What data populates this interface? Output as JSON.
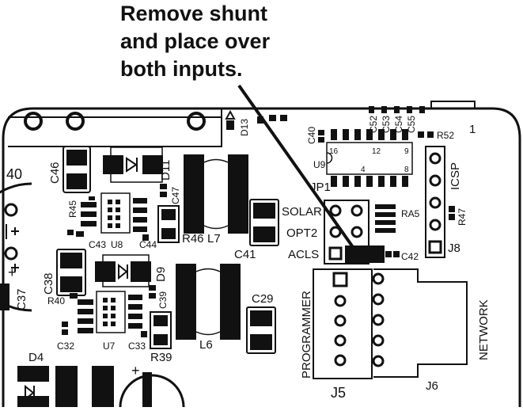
{
  "callout": {
    "lines": [
      "Remove shunt",
      "and place over",
      "both inputs."
    ]
  },
  "labels": {
    "d13": "D13",
    "c40": "C40",
    "c52": "C52",
    "c53": "C53",
    "c54": "C54",
    "c55": "C55",
    "r52": "R52",
    "num1": "1",
    "u9": "U9",
    "c46": "C46",
    "d11": "D11",
    "num40": "40",
    "c47": "C47",
    "jp1": "JP1",
    "icsp": "ICSP",
    "r45": "R45",
    "c43": "C43",
    "u8": "U8",
    "c44": "C44",
    "r46": "R46",
    "l7": "L7",
    "solar": "SOLAR",
    "opt2": "OPT2",
    "acls": "ACLS",
    "ra5": "RA5",
    "r47": "R47",
    "j8": "J8",
    "c41": "C41",
    "c42": "C42",
    "c38": "C38",
    "d9": "D9",
    "r40": "R40",
    "c37": "C37",
    "c39": "C39",
    "c29": "C29",
    "c32": "C32",
    "u7": "U7",
    "c33": "C33",
    "r39": "R39",
    "l6": "L6",
    "programmer": "PROGRAMMER",
    "network": "NETWORK",
    "d4": "D4",
    "j5": "J5",
    "j6": "J6",
    "plus": "+",
    "ic_pins": [
      "16",
      "12",
      "9",
      "4",
      "8"
    ]
  },
  "colors": {
    "ink": "#111111",
    "board": "#ffffff",
    "component": "#1a1a1a"
  }
}
